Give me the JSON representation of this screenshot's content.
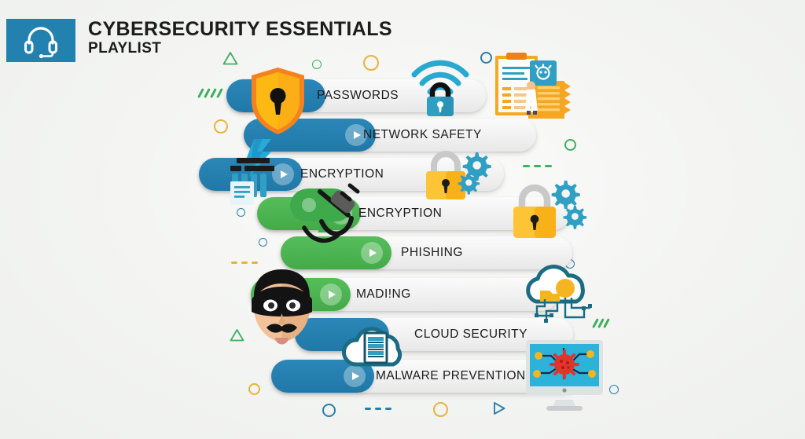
{
  "header": {
    "icon": "headset-icon",
    "title": "CYBERSECURITY ESSENTIALS",
    "subtitle": "PLAYLIST",
    "badge_color": "#2281ae"
  },
  "playlist": {
    "rows": [
      {
        "label": "PASSWORDS",
        "color": "blue",
        "accent": "#1f78a8",
        "progress": 38,
        "has_play": false,
        "icon": "shield-lock-icon"
      },
      {
        "label": "NETWORK SAFETY",
        "color": "blue",
        "accent": "#1f78a8",
        "progress": 45,
        "has_play": true,
        "icon": "wifi-lock-icon"
      },
      {
        "label": "ENCRYPTION",
        "color": "blue",
        "accent": "#1f78a8",
        "progress": 34,
        "has_play": true,
        "icon": "server-key-icon"
      },
      {
        "label": "ENCRYPTION",
        "color": "green",
        "accent": "#42ab48",
        "progress": 33,
        "has_play": true,
        "icon": "plug-key-icon"
      },
      {
        "label": "PHISHING",
        "color": "green",
        "accent": "#42ab48",
        "progress": 38,
        "has_play": true,
        "icon": "padlock-gears-icon"
      },
      {
        "label": "MADI!NG",
        "color": "green",
        "accent": "#42ab48",
        "progress": 32,
        "has_play": true,
        "icon": "thief-mask-icon"
      },
      {
        "label": "CLOUD SECURITY",
        "color": "blue",
        "accent": "#1f78a8",
        "progress": 34,
        "has_play": false,
        "icon": "cloud-server-icon"
      },
      {
        "label": "MALWARE PREVENTION",
        "color": "blue",
        "accent": "#1f78a8",
        "progress": 34,
        "has_play": true,
        "icon": "monitor-virus-icon"
      }
    ]
  },
  "illustrations": [
    {
      "name": "shield-lock-icon",
      "description": "orange shield with black keyhole"
    },
    {
      "name": "wifi-lock-icon",
      "description": "blue wifi signal above blue padlock"
    },
    {
      "name": "document-person-icon",
      "description": "yellow clipboard documents with person and blue virus badge"
    },
    {
      "name": "server-key-icon",
      "description": "blue server rack with key graphic"
    },
    {
      "name": "plug-key-icon",
      "description": "green key with black power plug"
    },
    {
      "name": "padlock-gears-icon",
      "description": "yellow padlock with blue gears"
    },
    {
      "name": "thief-mask-icon",
      "description": "masked thief face with moustache"
    },
    {
      "name": "cloud-network-icon",
      "description": "teal cloud outline with orange nodes and circuit lines"
    },
    {
      "name": "cloud-server-icon",
      "description": "white cloud with blue striped server"
    },
    {
      "name": "monitor-virus-icon",
      "description": "desktop monitor showing red virus on blue screen"
    }
  ],
  "decor": {
    "colors": {
      "green": "#3fae5f",
      "yellow": "#e8b33c",
      "blue": "#2a7fa8",
      "teal": "#1b6b82",
      "orange": "#f5a623"
    },
    "shapes": [
      "triangle-outline-green",
      "hatch-marks-green",
      "circle-outline-yellow",
      "circle-outline-blue",
      "dashes-yellow",
      "dashes-green",
      "dashes-blue",
      "triangle-outline-blue",
      "circle-outline-green"
    ]
  }
}
